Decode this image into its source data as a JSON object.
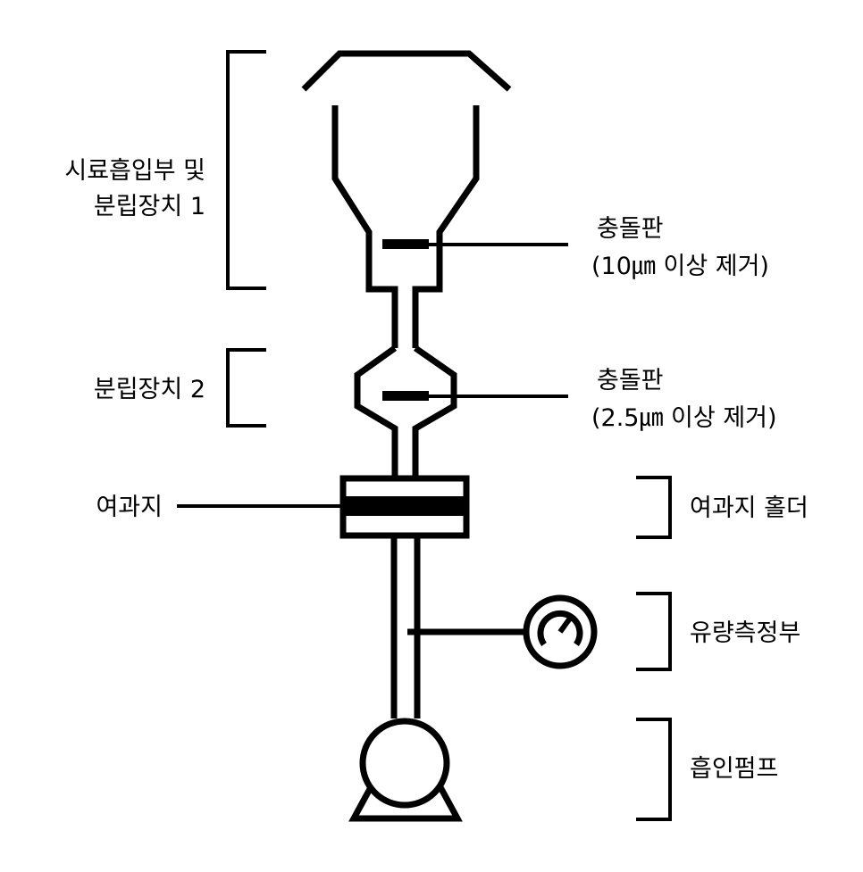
{
  "colors": {
    "line": "#000000",
    "background": "#ffffff"
  },
  "labels": {
    "intake_line1": "시료흡입부 및",
    "intake_line2": "분립장치 1",
    "separator2": "분립장치 2",
    "filter": "여과지",
    "impactor1_line1": "충돌판",
    "impactor1_line2": "(10㎛ 이상 제거)",
    "impactor2_line1": "충돌판",
    "impactor2_line2": "(2.5㎛ 이상 제거)",
    "filter_holder": "여과지 홀더",
    "flow_meter": "유량측정부",
    "pump": "흡인펌프"
  }
}
